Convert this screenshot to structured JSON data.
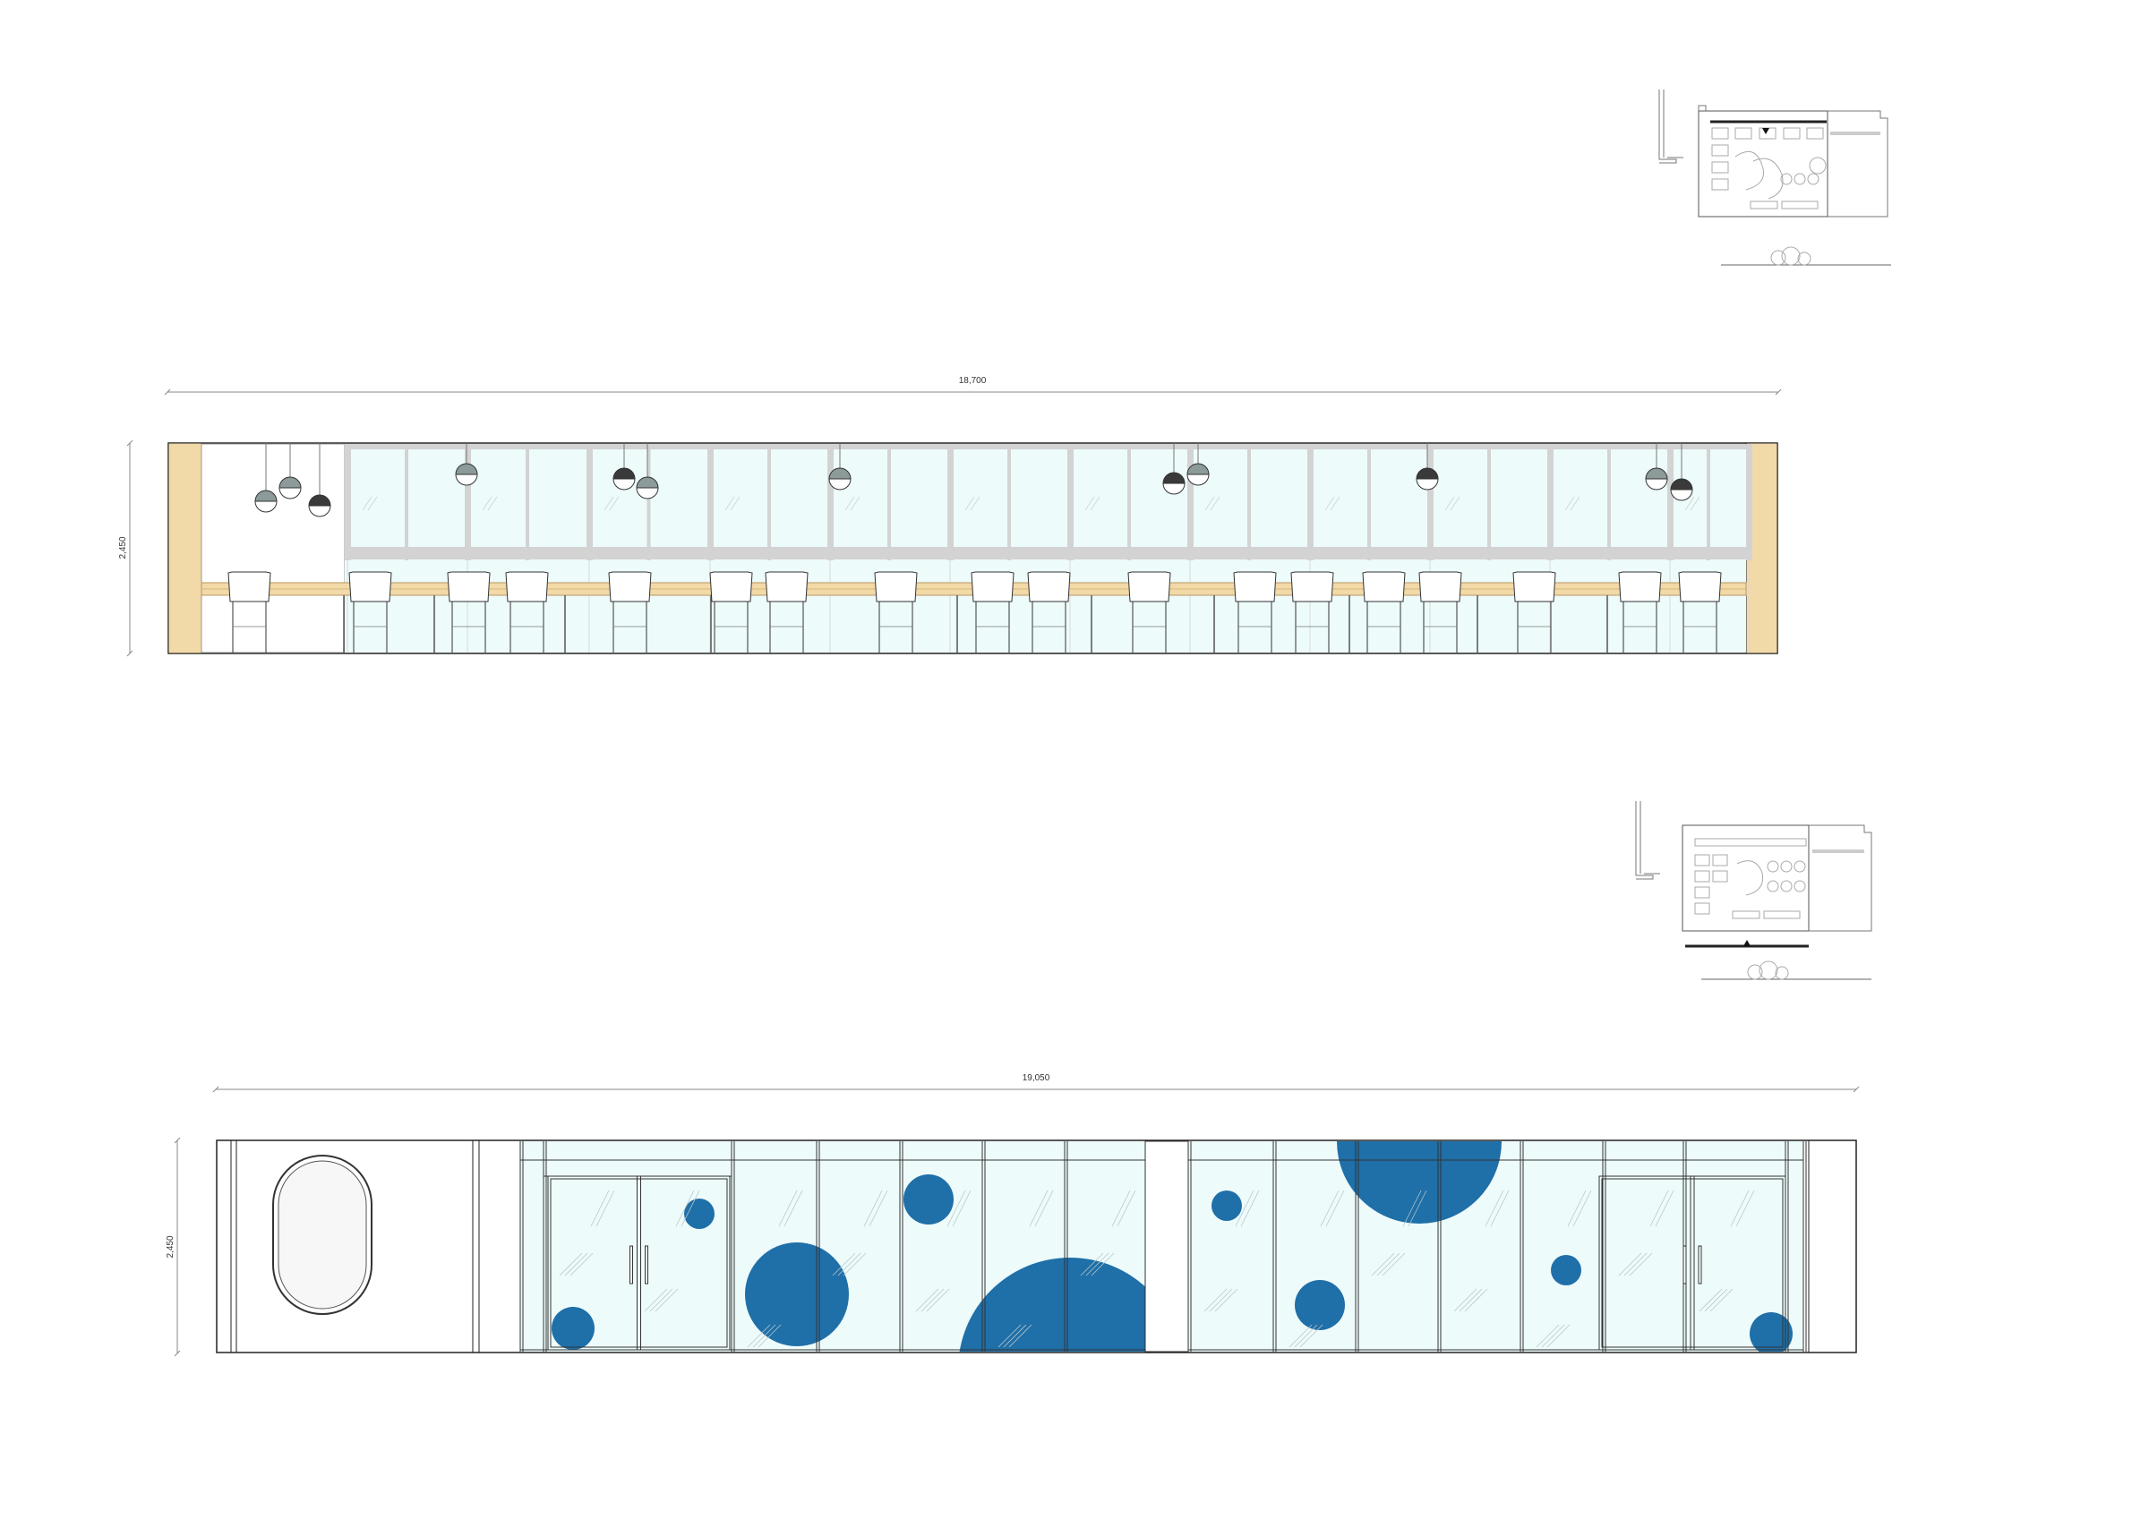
{
  "elevation_a": {
    "width_dim": "18,700",
    "height_dim": "2,450"
  },
  "elevation_b": {
    "width_dim": "19,050",
    "height_dim": "2,450"
  },
  "colors": {
    "accent_blue": "#1f6fa8",
    "glass": "#eefbfb",
    "wood": "#f2d9a8",
    "frame": "#c8c8c8"
  }
}
